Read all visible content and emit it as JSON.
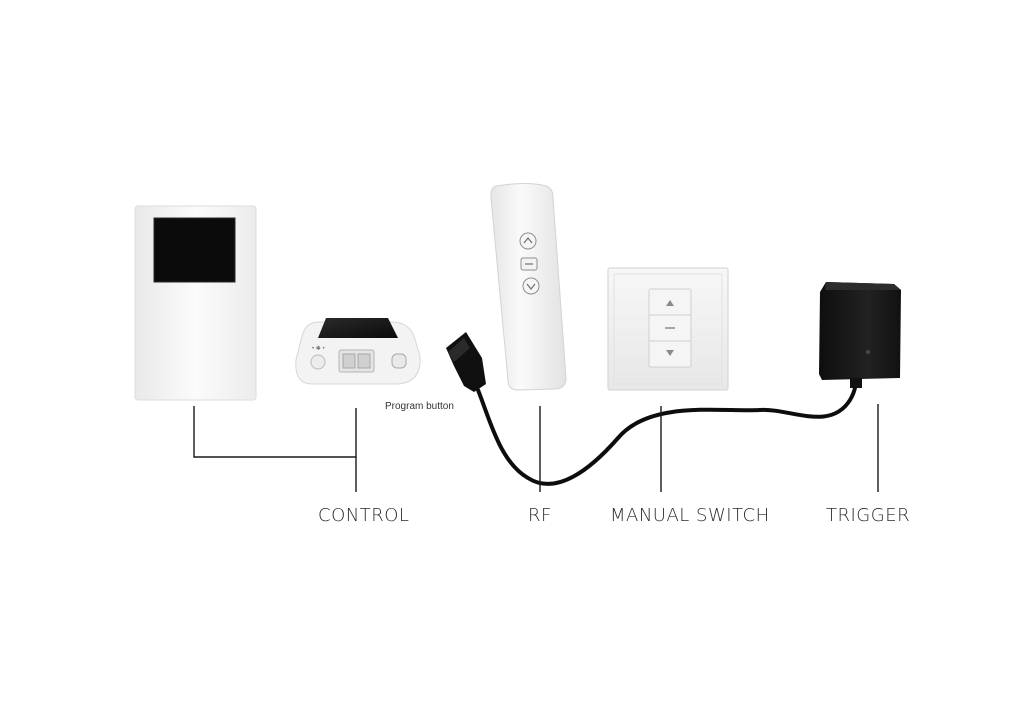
{
  "labels": {
    "control": "CONTROL",
    "rf": "RF",
    "manual_switch": "MANUAL SWITCH",
    "trigger": "TRIGGER",
    "program_button": "Program button"
  },
  "colors": {
    "background": "#ffffff",
    "device_white": "#f4f4f4",
    "device_edge": "#d9d9d9",
    "screen": "#0b0b0b",
    "line": "#1a1a1a",
    "cable": "#0d0d0d",
    "trigger_box": "#151515"
  },
  "icons": [
    "arrow-up-icon",
    "stop-icon",
    "arrow-down-icon"
  ]
}
